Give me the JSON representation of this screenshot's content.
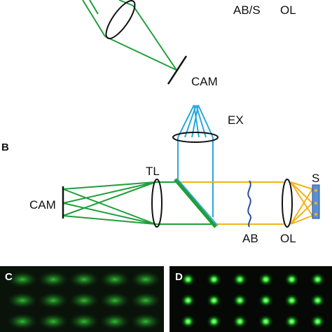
{
  "panel_a": {
    "labels": {
      "ab_s": "AB/S",
      "ol": "OL",
      "cam": "CAM"
    },
    "colors": {
      "beam": "#1f9e3a",
      "optics": "#111111"
    }
  },
  "panel_b": {
    "panel_label": "B",
    "labels": {
      "ex": "EX",
      "tl": "TL",
      "cam": "CAM",
      "ab": "AB",
      "ol": "OL",
      "s": "S"
    },
    "colors": {
      "excitation": "#2aa8dc",
      "illumination": "#f2b21a",
      "emission": "#1f9e3a",
      "dichroic": "#1f9e3a",
      "sample": "#5b8fd0",
      "optics": "#111111"
    }
  },
  "panel_c": {
    "panel_label": "C",
    "description_color": "#ffffff",
    "spot_color": "#39ff3c",
    "grid": {
      "rows": 3,
      "cols": 5
    }
  },
  "panel_d": {
    "panel_label": "D",
    "description_color": "#ffffff",
    "spot_color": "#4dff4d",
    "grid": {
      "rows": 3,
      "cols": 6
    }
  }
}
